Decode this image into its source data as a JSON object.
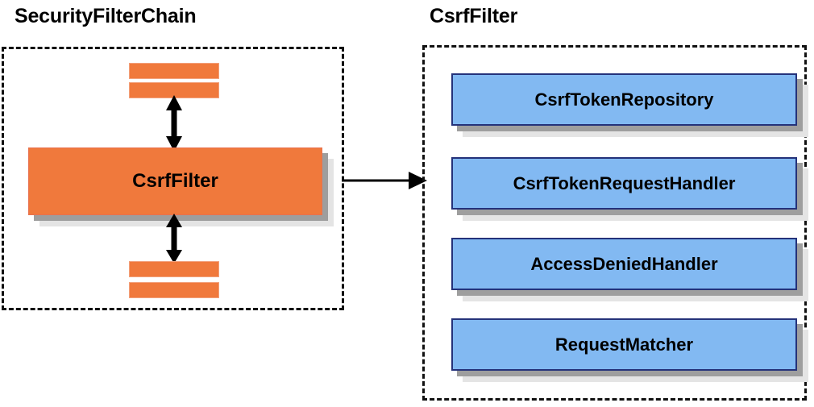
{
  "diagram": {
    "type": "class-collaboration-diagram",
    "background_color": "#ffffff",
    "panels": [
      {
        "id": "security-filter-chain",
        "title": "SecurityFilterChain",
        "border_style": "dashed",
        "border_color": "#111111",
        "nodes": [
          {
            "id": "filter-above-2",
            "label": "",
            "shape": "bar",
            "fill": "#F0793C"
          },
          {
            "id": "filter-above-1",
            "label": "",
            "shape": "bar",
            "fill": "#F0793C"
          },
          {
            "id": "csrf-filter",
            "label": "CsrfFilter",
            "shape": "box",
            "fill": "#F0793C"
          },
          {
            "id": "filter-below-1",
            "label": "",
            "shape": "bar",
            "fill": "#F0793C"
          },
          {
            "id": "filter-below-2",
            "label": "",
            "shape": "bar",
            "fill": "#F0793C"
          }
        ],
        "connectors": [
          {
            "id": "chain-link-up",
            "style": "double-headed-vertical-arrow"
          },
          {
            "id": "chain-link-down",
            "style": "double-headed-vertical-arrow"
          }
        ]
      },
      {
        "id": "csrf-filter-details",
        "title": "CsrfFilter",
        "border_style": "dashed",
        "border_color": "#111111",
        "nodes": [
          {
            "id": "csrf-token-repository",
            "label": "CsrfTokenRepository",
            "shape": "box",
            "fill": "#82B9F2",
            "border": "#24327A"
          },
          {
            "id": "csrf-token-request-handler",
            "label": "CsrfTokenRequestHandler",
            "shape": "box",
            "fill": "#82B9F2",
            "border": "#24327A"
          },
          {
            "id": "access-denied-handler",
            "label": "AccessDeniedHandler",
            "shape": "box",
            "fill": "#82B9F2",
            "border": "#24327A"
          },
          {
            "id": "request-matcher",
            "label": "RequestMatcher",
            "shape": "box",
            "fill": "#82B9F2",
            "border": "#24327A"
          }
        ]
      }
    ],
    "cross_panel_connector": {
      "id": "expands-to",
      "label": "",
      "style": "single-headed-horizontal-arrow",
      "from": "security-filter-chain",
      "to": "csrf-filter-details",
      "color": "#000000"
    }
  }
}
